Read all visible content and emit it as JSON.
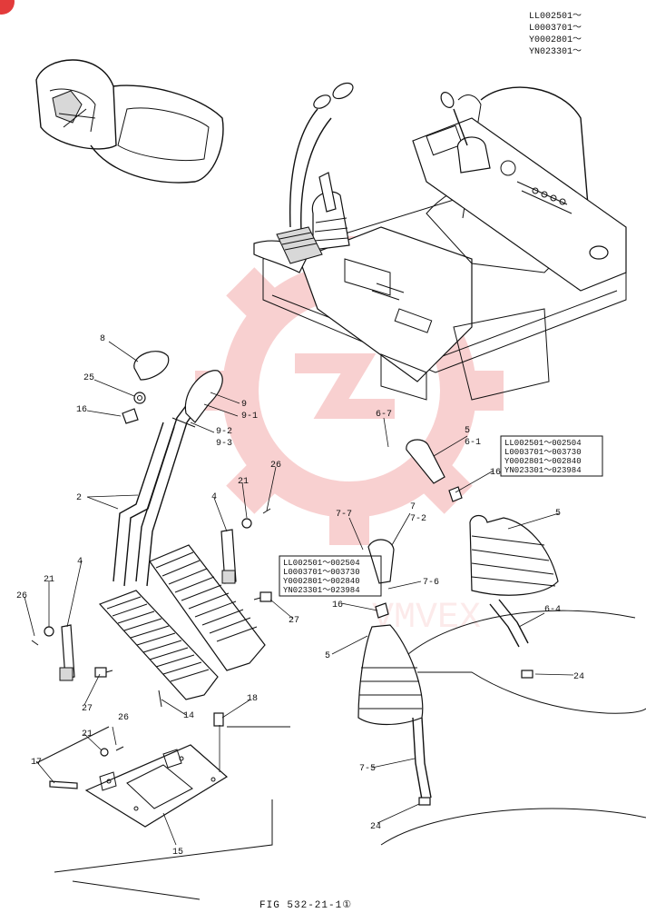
{
  "serials": [
    "LL002501～",
    "L0003701～",
    "Y0002801～",
    "YN023301～"
  ],
  "serial_box_a": [
    "LL002501～002504",
    "L0003701～003730",
    "Y0002801～002840",
    "YN023301～023984"
  ],
  "serial_box_b": [
    "LL002501～002504",
    "L0003701～003730",
    "Y0002801～002840",
    "YN023301～023984"
  ],
  "callouts": {
    "c8": "8",
    "c25": "25",
    "c16a": "16",
    "c9": "9",
    "c91": "9-1",
    "c92": "9-2",
    "c93": "9-3",
    "c67": "6-7",
    "c5a": "5",
    "c61": "6-1",
    "c16b": "16",
    "c5b": "5",
    "c2": "2",
    "c4a": "4",
    "c21a": "21",
    "c26a": "26",
    "c77": "7-7",
    "c7": "7",
    "c72": "7-2",
    "c76": "7-6",
    "c16c": "16",
    "c21b": "21",
    "c4b": "4",
    "c26b": "26",
    "c27a": "27",
    "c64": "6-4",
    "c5c": "5",
    "c24a": "24",
    "c27b": "27",
    "c14": "14",
    "c18": "18",
    "c26c": "26",
    "c21c": "21",
    "c17": "17",
    "c75": "7-5",
    "c15": "15",
    "c24b": "24"
  },
  "figure_caption": "FIG 532-21-1①",
  "watermark_text": "VMVEX",
  "colors": {
    "line": "#111111",
    "watermark": "#e85a5a",
    "badge": "#e33b3b"
  }
}
